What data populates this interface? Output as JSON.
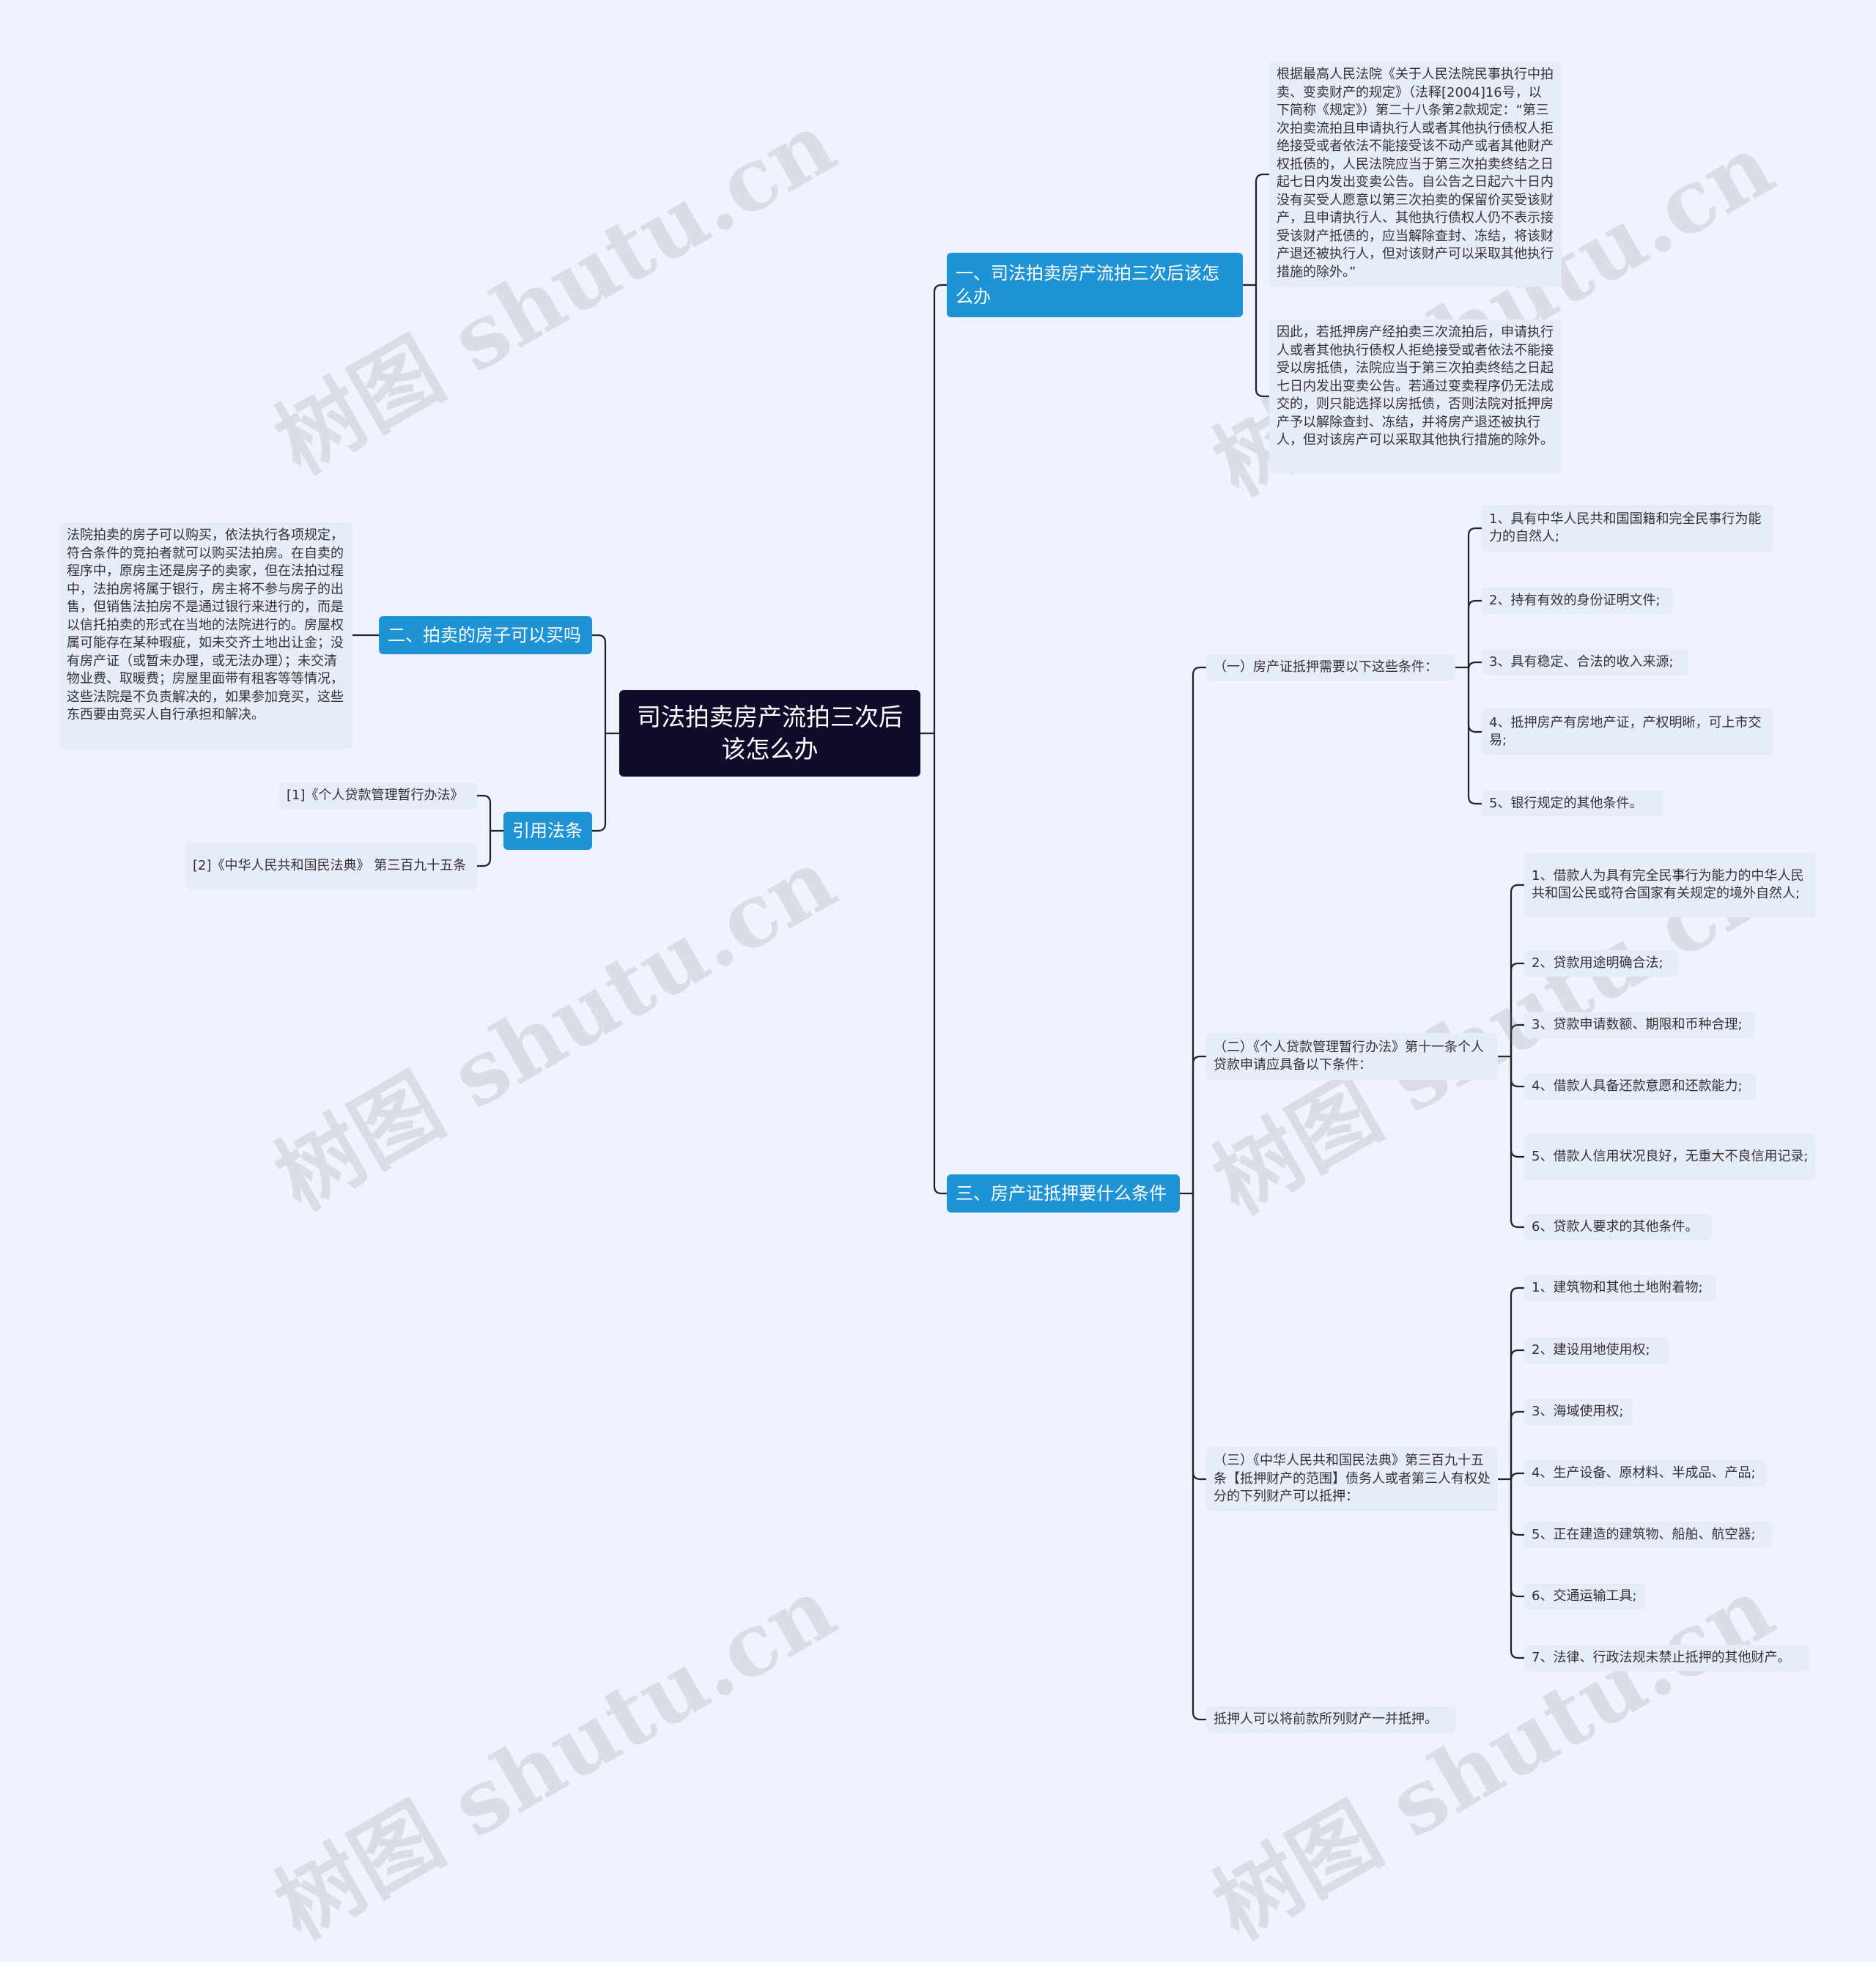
{
  "watermark": "树图 shutu.cn",
  "colors": {
    "background": "#eef3fd",
    "root": "#0e0b2b",
    "branch": "#1e93d6",
    "leaf": "#e6ecf8",
    "line": "#222222"
  },
  "root": {
    "title": "司法拍卖房产流拍三次后该怎么办"
  },
  "branch1": {
    "title": "一、司法拍卖房产流拍三次后该怎么办",
    "notes": [
      "根据最高人民法院《关于人民法院民事执行中拍卖、变卖财产的规定》（法释[2004]16号，以下简称《规定》）第二十八条第2款规定：“第三次拍卖流拍且申请执行人或者其他执行债权人拒绝接受或者依法不能接受该不动产或者其他财产权抵债的，人民法院应当于第三次拍卖终结之日起七日内发出变卖公告。自公告之日起六十日内没有买受人愿意以第三次拍卖的保留价买受该财产，且申请执行人、其他执行债权人仍不表示接受该财产抵债的，应当解除查封、冻结，将该财产退还被执行人，但对该财产可以采取其他执行措施的除外。”",
      "因此，若抵押房产经拍卖三次流拍后，申请执行人或者其他执行债权人拒绝接受或者依法不能接受以房抵债，法院应当于第三次拍卖终结之日起七日内发出变卖公告。若通过变卖程序仍无法成交的，则只能选择以房抵债，否则法院对抵押房产予以解除查封、冻结，并将房产退还被执行人，但对该房产可以采取其他执行措施的除外。"
    ]
  },
  "branch2": {
    "title": "二、拍卖的房子可以买吗",
    "note": "法院拍卖的房子可以购买，依法执行各项规定，符合条件的竞拍者就可以购买法拍房。在自卖的程序中，原房主还是房子的卖家，但在法拍过程中，法拍房将属于银行，房主将不参与房子的出售，但销售法拍房不是通过银行来进行的，而是以信托拍卖的形式在当地的法院进行的。房屋权属可能存在某种瑕疵，如未交齐土地出让金；没有房产证（或暂未办理，或无法办理）；未交清物业费、取暖费；房屋里面带有租客等等情况，这些法院是不负责解决的，如果参加竞买，这些东西要由竞买人自行承担和解决。"
  },
  "branch3": {
    "title": "三、房产证抵押要什么条件",
    "groups": [
      {
        "label": "（一）房产证抵押需要以下这些条件：",
        "items": [
          "1、具有中华人民共和国国籍和完全民事行为能力的自然人;",
          "2、持有有效的身份证明文件;",
          "3、具有稳定、合法的收入来源;",
          "4、抵押房产有房地产证，产权明晰，可上市交易;",
          "5、银行规定的其他条件。"
        ]
      },
      {
        "label": "（二）《个人贷款管理暂行办法》第十一条个人贷款申请应具备以下条件：",
        "items": [
          "1、借款人为具有完全民事行为能力的中华人民共和国公民或符合国家有关规定的境外自然人;",
          "2、贷款用途明确合法;",
          "3、贷款申请数额、期限和币种合理;",
          "4、借款人具备还款意愿和还款能力;",
          "5、借款人信用状况良好，无重大不良信用记录;",
          "6、贷款人要求的其他条件。"
        ]
      },
      {
        "label": "（三）《中华人民共和国民法典》第三百九十五条【抵押财产的范围】债务人或者第三人有权处分的下列财产可以抵押：",
        "items": [
          "1、建筑物和其他土地附着物;",
          "2、建设用地使用权;",
          "3、海域使用权;",
          "4、生产设备、原材料、半成品、产品;",
          "5、正在建造的建筑物、船舶、航空器;",
          "6、交通运输工具;",
          "7、法律、行政法规未禁止抵押的其他财产。"
        ]
      }
    ],
    "tail": "抵押人可以将前款所列财产一并抵押。"
  },
  "refs": {
    "title": "引用法条",
    "items": [
      "[1]《个人贷款管理暂行办法》",
      "[2]《中华人民共和国民法典》 第三百九十五条"
    ]
  }
}
